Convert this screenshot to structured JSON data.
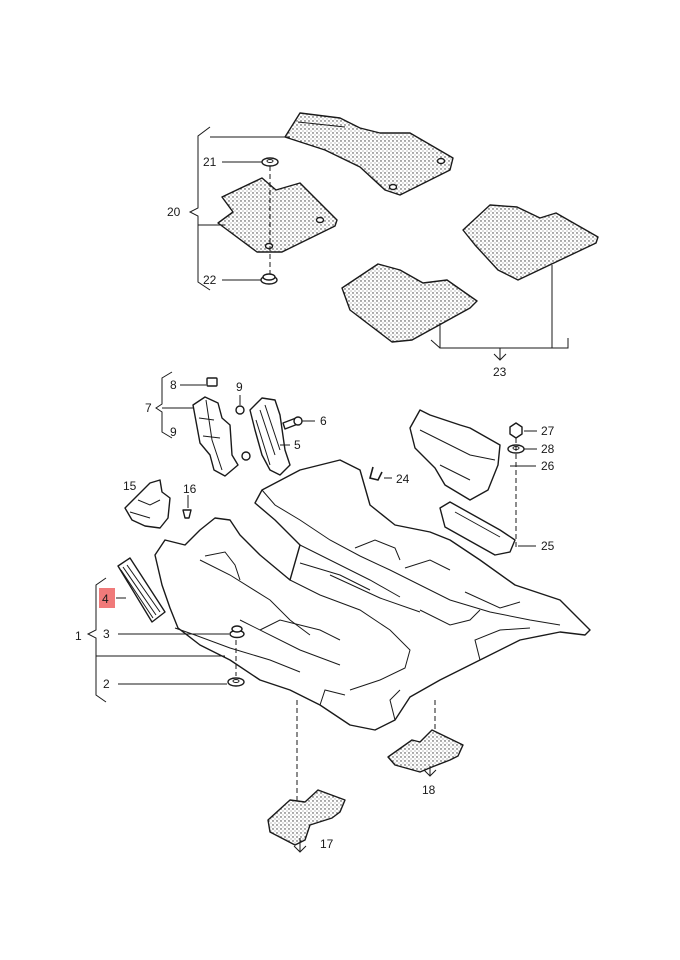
{
  "diagram": {
    "highlight_color": "#f07a7a",
    "callouts": {
      "c1": "1",
      "c2": "2",
      "c3": "3",
      "c4": "4",
      "c5": "5",
      "c6": "6",
      "c7": "7",
      "c8": "8",
      "c9a": "9",
      "c9b": "9",
      "c15": "15",
      "c16": "16",
      "c17": "17",
      "c18": "18",
      "c20": "20",
      "c21": "21",
      "c22": "22",
      "c23": "23",
      "c24": "24",
      "c25": "25",
      "c26": "26",
      "c27": "27",
      "c28": "28"
    },
    "highlighted_part": "4"
  }
}
